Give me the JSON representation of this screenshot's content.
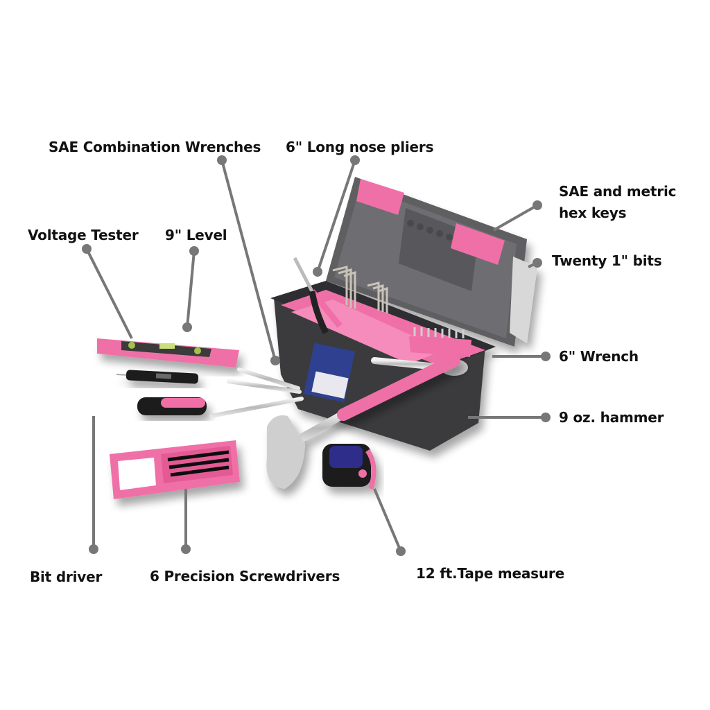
{
  "colors": {
    "pink": "#ef6fa6",
    "pink_dark": "#d94f8c",
    "box_dark": "#3a3a3c",
    "lid_gray": "#5e5e62",
    "callout_gray": "#777777",
    "text": "#111111"
  },
  "callouts": [
    {
      "id": "sae-combination-wrenches",
      "label": "SAE Combination Wrenches"
    },
    {
      "id": "long-nose-pliers",
      "label": "6\" Long nose pliers"
    },
    {
      "id": "hex-keys",
      "label": "SAE and metric",
      "label_line2": "hex keys"
    },
    {
      "id": "voltage-tester",
      "label": "Voltage Tester"
    },
    {
      "id": "level",
      "label": "9\" Level"
    },
    {
      "id": "bits",
      "label": "Twenty 1\" bits"
    },
    {
      "id": "adjustable-wrench",
      "label": "6\" Wrench"
    },
    {
      "id": "hammer",
      "label": "9 oz. hammer"
    },
    {
      "id": "bit-driver",
      "label": "Bit driver"
    },
    {
      "id": "precision-screwdrivers",
      "label": "6 Precision Screwdrivers"
    },
    {
      "id": "tape-measure",
      "label": "12 ft.Tape measure"
    }
  ]
}
